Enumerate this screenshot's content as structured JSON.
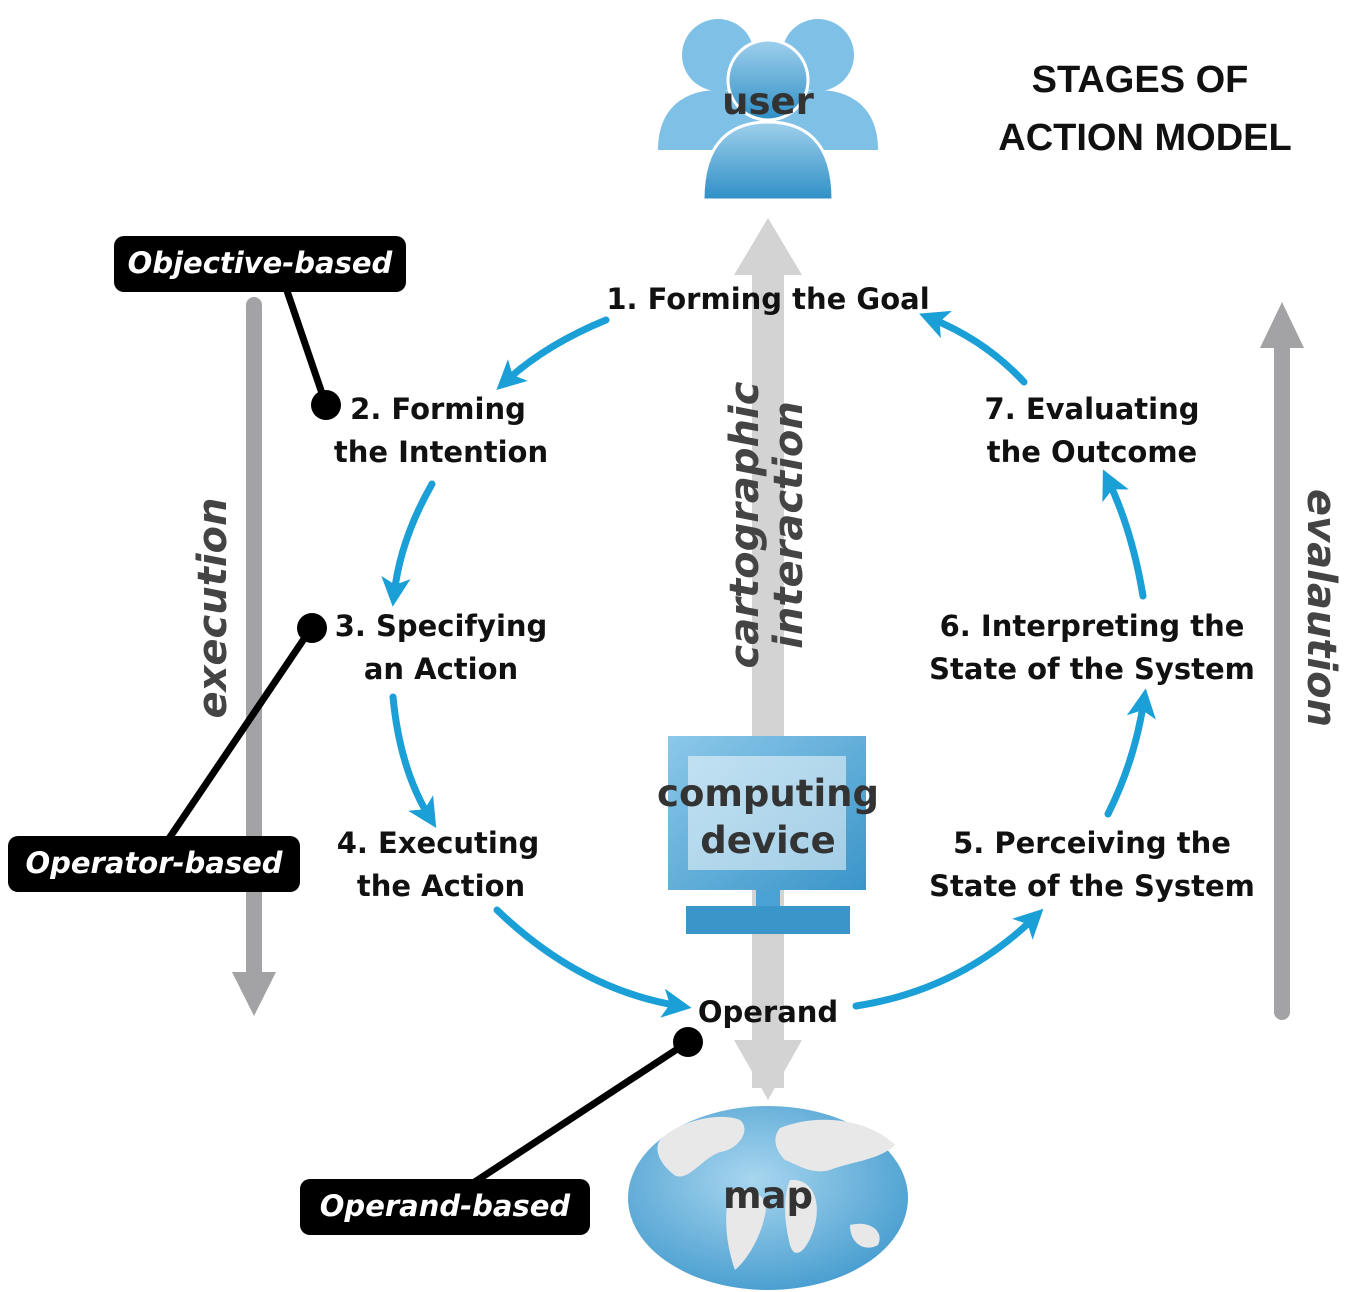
{
  "title": {
    "line1": "STAGES OF",
    "line2": "ACTION MODEL"
  },
  "user_label": "user",
  "device_label": {
    "line1": "computing",
    "line2": "device"
  },
  "map_label": "map",
  "center_axis_label": {
    "line1": "cartographic",
    "line2": "interaction"
  },
  "execution_label": "execution",
  "evaluation_label": "evalaution",
  "stages": [
    {
      "line1": "1. Forming the Goal",
      "line2": ""
    },
    {
      "line1": "2. Forming",
      "line2": "the Intention"
    },
    {
      "line1": "3. Specifying",
      "line2": "an Action"
    },
    {
      "line1": "4. Executing",
      "line2": "the Action"
    },
    {
      "line1": "5. Perceiving the",
      "line2": "State of the System"
    },
    {
      "line1": "6. Interpreting the",
      "line2": "State of the System"
    },
    {
      "line1": "7. Evaluating",
      "line2": "the Outcome"
    }
  ],
  "operand_label": "Operand",
  "tags": {
    "objective": "Objective-based",
    "operator": "Operator-based",
    "operand": "Operand-based"
  },
  "colors": {
    "cycle_arrow": "#1a9fd6",
    "gray_arrow": "#a3a3a5",
    "center_arrow": "#d3d3d3",
    "icon_blue": "#5eb2dc",
    "tag_bg": "#000000"
  }
}
